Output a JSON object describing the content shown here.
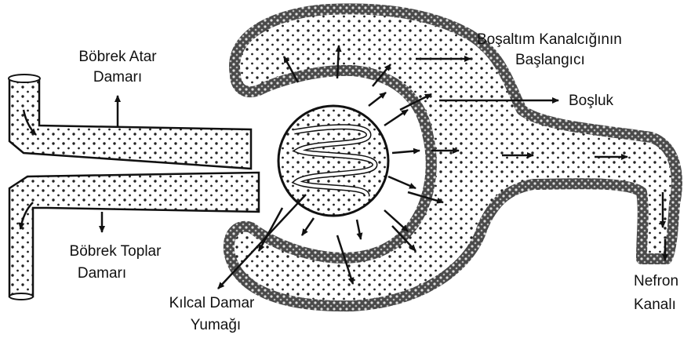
{
  "labels": {
    "renal_artery": [
      "Böbrek Atar",
      "Damarı"
    ],
    "renal_vein": [
      "Böbrek Toplar",
      "Damarı"
    ],
    "glomerulus": [
      "Kılcal Damar",
      "Yumağı"
    ],
    "tubule_start": [
      "Boşaltım Kanalcığının",
      "Başlangıcı"
    ],
    "space": [
      "Boşluk"
    ],
    "nephron_canal": [
      "Nefron",
      "Kanalı"
    ]
  },
  "colors": {
    "ink": "#111111",
    "background": "#ffffff",
    "wall": "#555555"
  }
}
